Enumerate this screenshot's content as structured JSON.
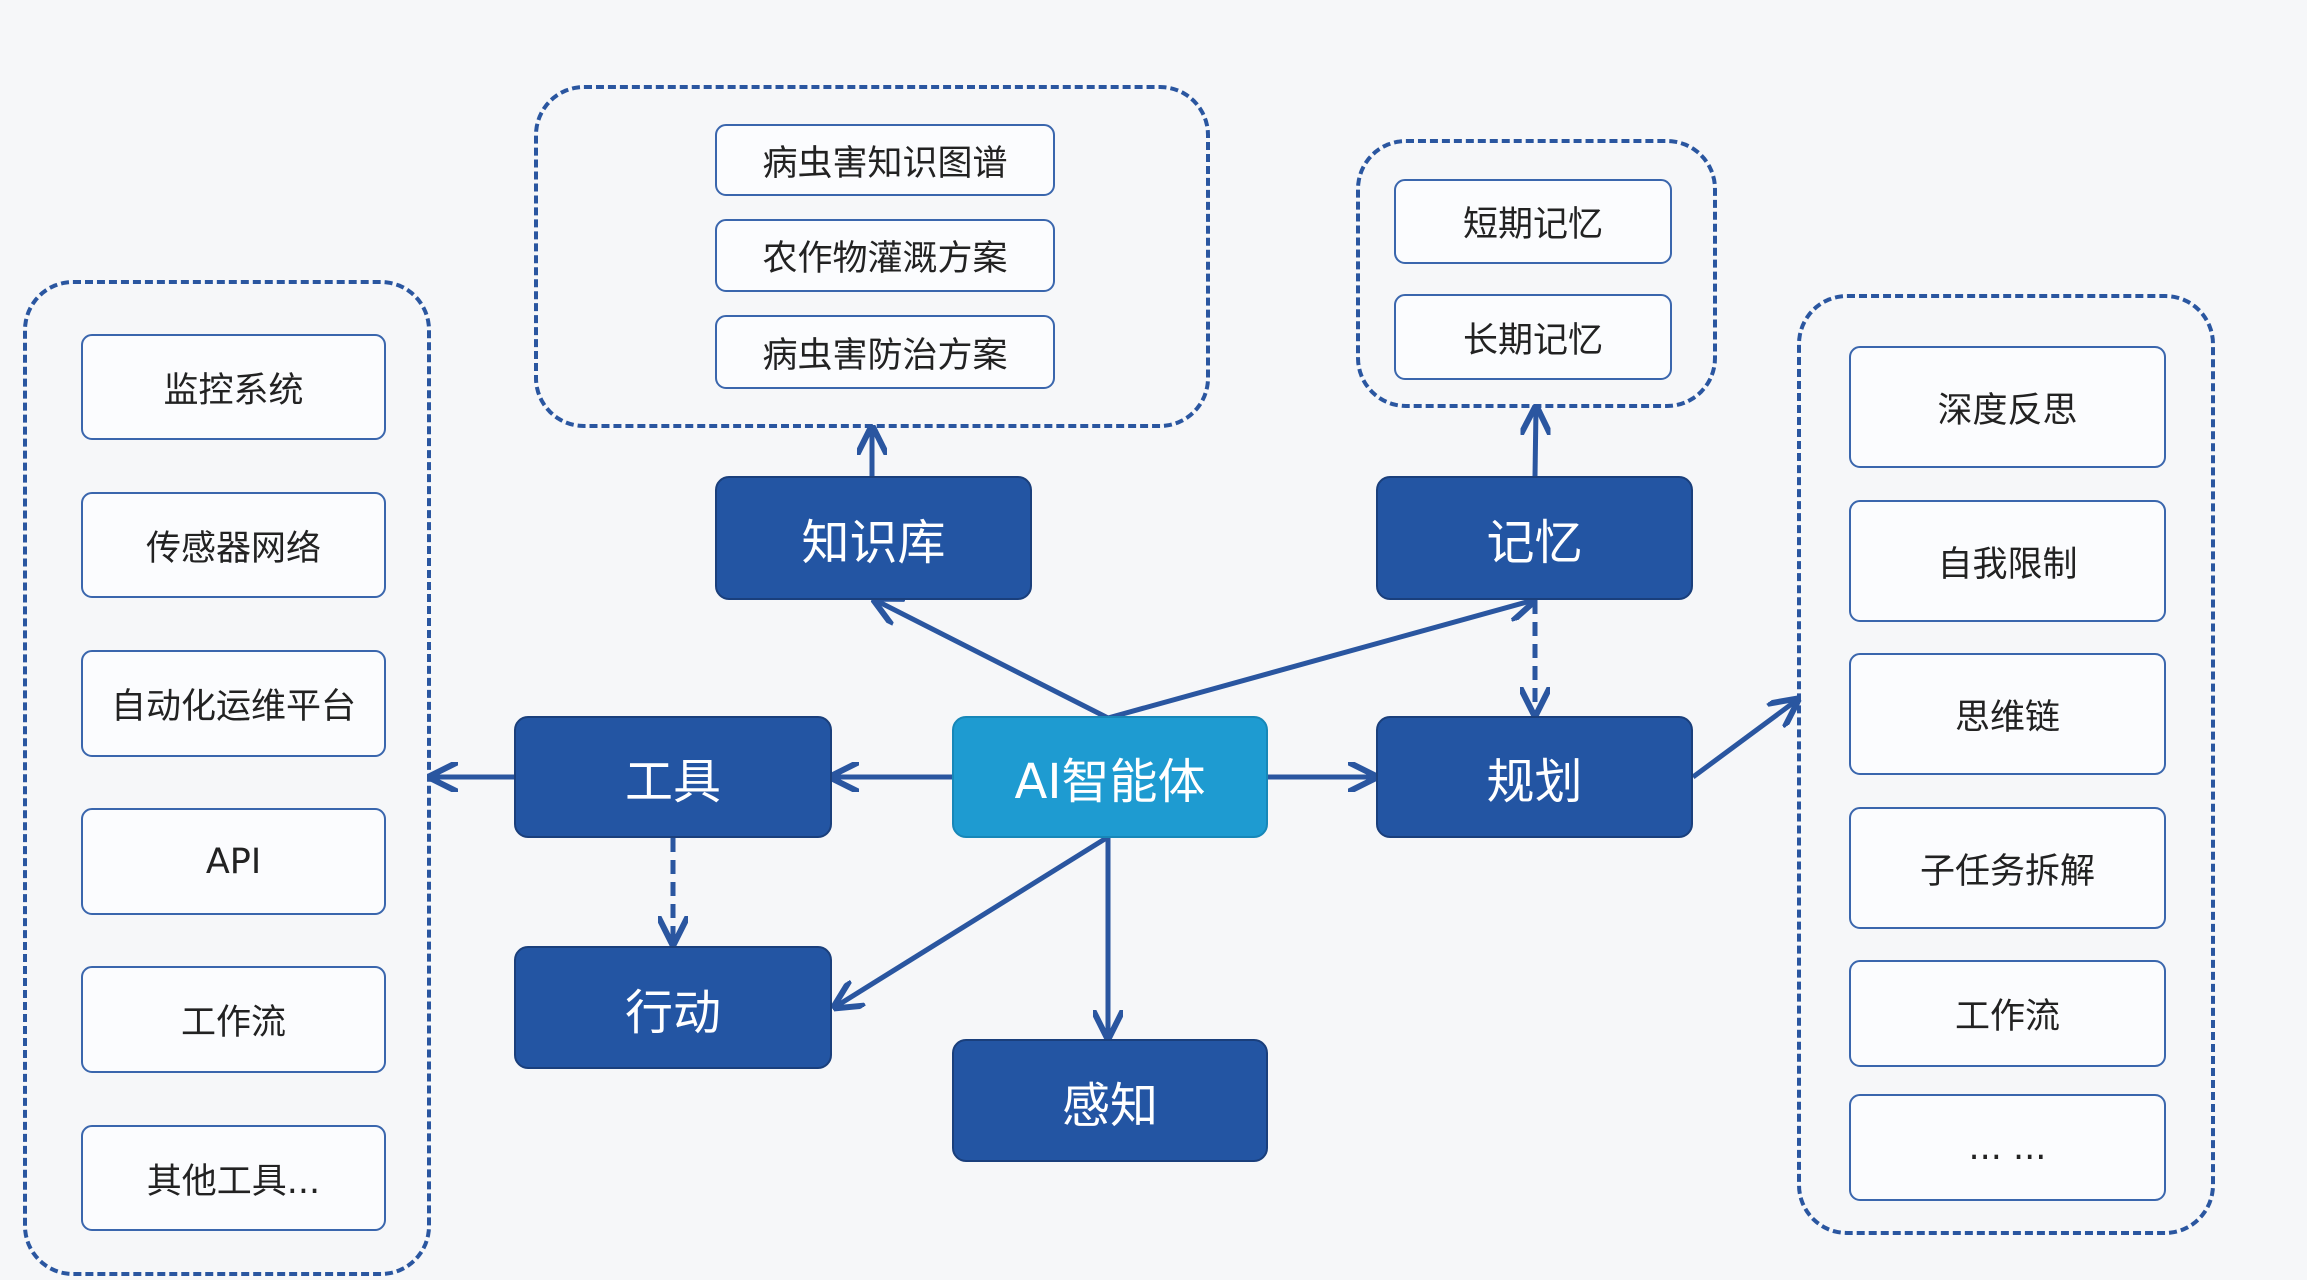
{
  "colors": {
    "background": "#f6f7f9",
    "node_fill": "#2355a3",
    "center_fill": "#1e9bd1",
    "edge": "#2a56a0",
    "item_border": "#3a66ad"
  },
  "nodes": {
    "center": "AI智能体",
    "knowledge": "知识库",
    "memory": "记忆",
    "tools": "工具",
    "planning": "规划",
    "action": "行动",
    "perception": "感知"
  },
  "knowledge_items": [
    "病虫害知识图谱",
    "农作物灌溉方案",
    "病虫害防治方案"
  ],
  "memory_items": [
    "短期记忆",
    "长期记忆"
  ],
  "tool_items": [
    "监控系统",
    "传感器网络",
    "自动化运维平台",
    "API",
    "工作流",
    "其他工具..."
  ],
  "planning_items": [
    "深度反思",
    "自我限制",
    "思维链",
    "子任务拆解",
    "工作流",
    "... ..."
  ]
}
